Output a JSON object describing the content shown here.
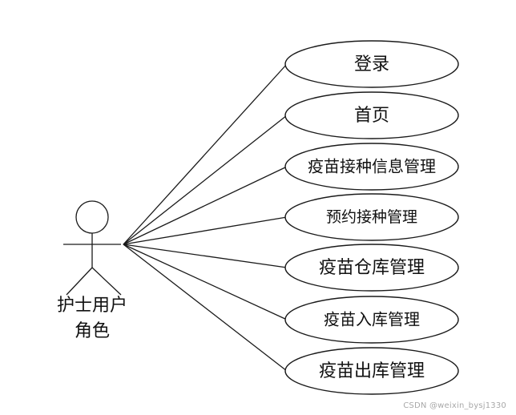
{
  "actor": {
    "label_line1": "护士用户",
    "label_line2": "角色"
  },
  "use_cases": [
    {
      "id": "login",
      "label": "登录"
    },
    {
      "id": "home",
      "label": "首页"
    },
    {
      "id": "vaccination-info-management",
      "label": "疫苗接种信息管理"
    },
    {
      "id": "appointment-vaccination-management",
      "label": "预约接种管理"
    },
    {
      "id": "vaccine-warehouse-management",
      "label": "疫苗仓库管理"
    },
    {
      "id": "vaccine-inbound-management",
      "label": "疫苗入库管理"
    },
    {
      "id": "vaccine-outbound-management",
      "label": "疫苗出库管理"
    }
  ],
  "watermark": "CSDN @weixin_bysj1330"
}
